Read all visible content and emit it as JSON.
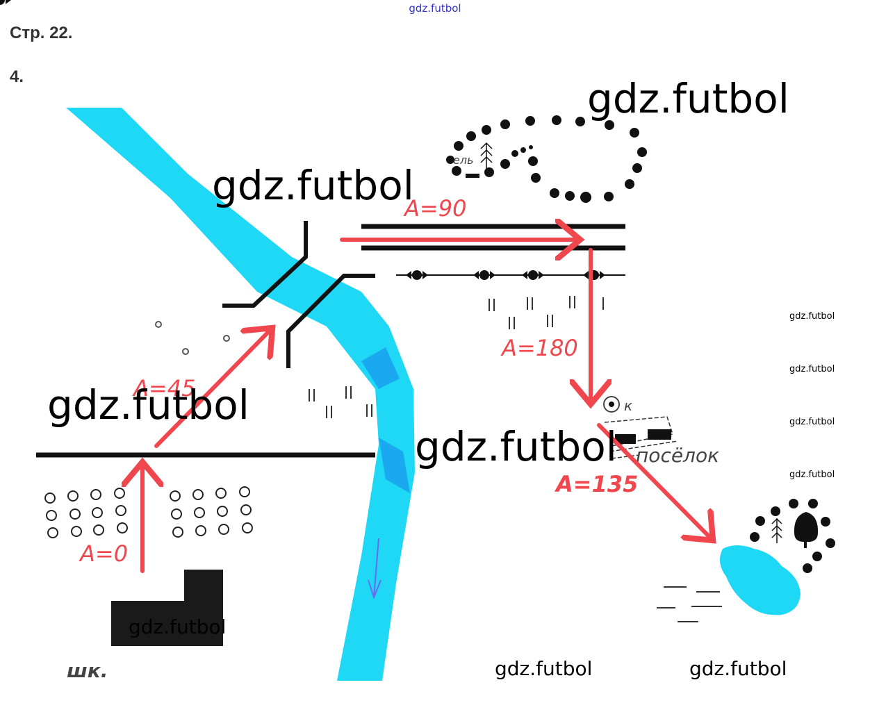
{
  "header": {
    "site_link": "gdz.futbol",
    "page": "Стр. 22.",
    "task": "4."
  },
  "map": {
    "labels": {
      "spruce": "ель",
      "well": "к",
      "village": "посёлок",
      "school": "шк."
    },
    "azimuths": [
      "A=0",
      "A=45",
      "A=90",
      "A=180",
      "A=135"
    ],
    "colors": {
      "water": "#1ed8f6",
      "route": "#f0464e",
      "lines": "#111111"
    }
  },
  "watermarks": {
    "text": "gdz.futbol"
  }
}
